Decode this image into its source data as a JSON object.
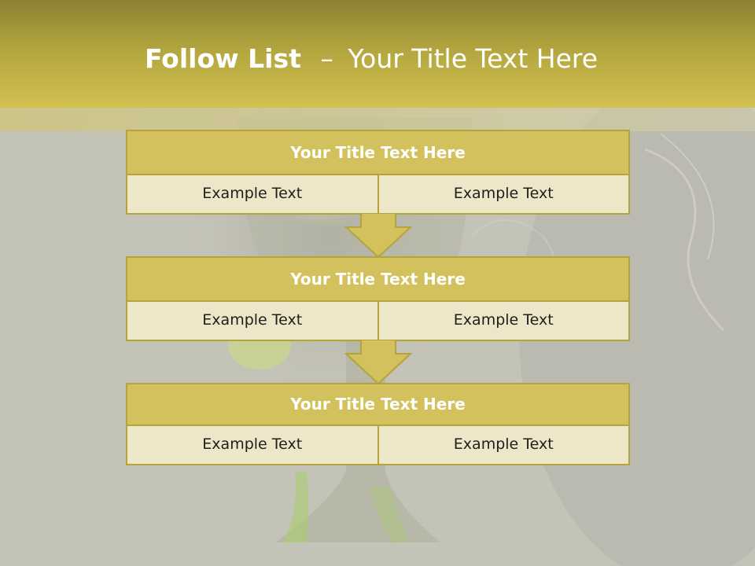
{
  "slide": {
    "title_bold": "Follow List",
    "title_dash": "–",
    "title_rest": "Your Title Text Here"
  },
  "steps": [
    {
      "title": "Your Title Text Here",
      "left_text": "Example Text",
      "right_text": "Example Text"
    },
    {
      "title": "Your Title Text Here",
      "left_text": "Example Text",
      "right_text": "Example Text"
    },
    {
      "title": "Your Title Text Here",
      "left_text": "Example Text",
      "right_text": "Example Text"
    }
  ],
  "colors": {
    "header": "#b5a840",
    "title_box": "#d2c15c",
    "cell_fill": "#ede6c8",
    "border": "#b5a43c",
    "background": "#c4c3b8"
  },
  "icons": [
    "down-arrow-icon",
    "down-arrow-icon"
  ]
}
